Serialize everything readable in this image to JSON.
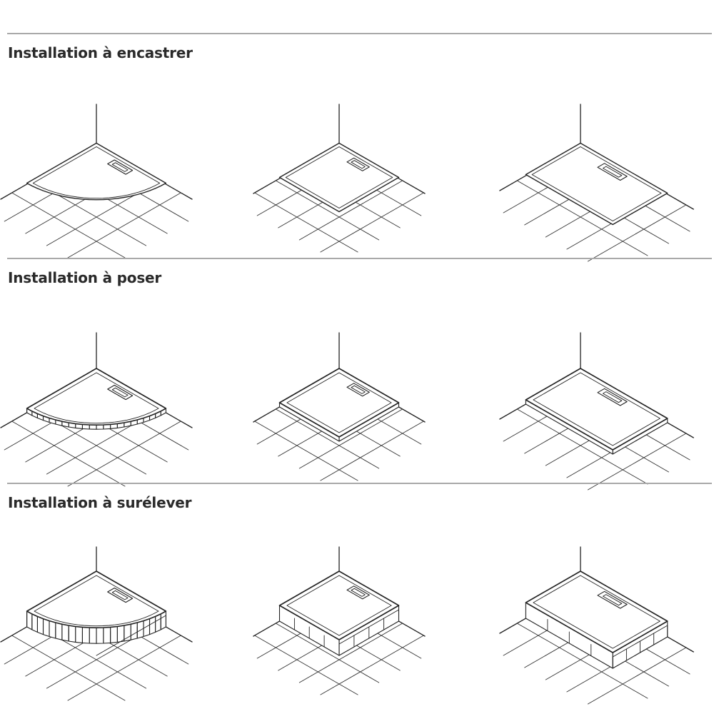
{
  "sections": [
    {
      "title": "Installation à encastrer",
      "mode": "encastrer",
      "trays": [
        {
          "shape": "quarter-round-tray-icon"
        },
        {
          "shape": "square-tray-icon"
        },
        {
          "shape": "rectangular-tray-icon"
        }
      ]
    },
    {
      "title": "Installation à poser",
      "mode": "poser",
      "trays": [
        {
          "shape": "quarter-round-tray-icon"
        },
        {
          "shape": "square-tray-icon"
        },
        {
          "shape": "rectangular-tray-icon"
        }
      ]
    },
    {
      "title": "Installation à surélever",
      "mode": "surelever",
      "trays": [
        {
          "shape": "quarter-round-tray-icon"
        },
        {
          "shape": "square-tray-icon"
        },
        {
          "shape": "rectangular-tray-icon"
        }
      ]
    }
  ],
  "colors": {
    "rule": "#a9a9a9",
    "text": "#2a2a2a",
    "line": "#222222",
    "grid": "#333333"
  }
}
